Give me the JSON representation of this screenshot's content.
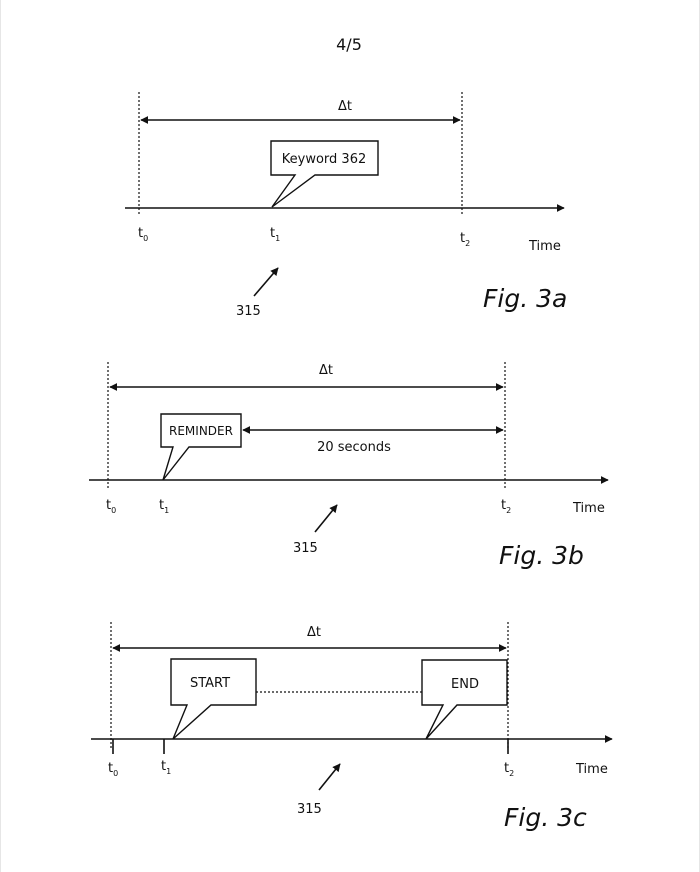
{
  "page_number": "4/5",
  "figures": [
    {
      "id": "3a",
      "caption": "Fig. 3a",
      "delta_label": "Δt",
      "time_label": "Time",
      "ticks": [
        {
          "main": "t",
          "sub": "0"
        },
        {
          "main": "t",
          "sub": "1"
        },
        {
          "main": "t",
          "sub": "2"
        }
      ],
      "callout": "Keyword 362",
      "ref": "315"
    },
    {
      "id": "3b",
      "caption": "Fig. 3b",
      "delta_label": "Δt",
      "time_label": "Time",
      "ticks": [
        {
          "main": "t",
          "sub": "0"
        },
        {
          "main": "t",
          "sub": "1"
        },
        {
          "main": "t",
          "sub": "2"
        }
      ],
      "callout": "REMINDER",
      "interval_label": "20 seconds",
      "ref": "315"
    },
    {
      "id": "3c",
      "caption": "Fig. 3c",
      "delta_label": "Δt",
      "time_label": "Time",
      "ticks": [
        {
          "main": "t",
          "sub": "0"
        },
        {
          "main": "t",
          "sub": "1"
        },
        {
          "main": "t",
          "sub": "2"
        }
      ],
      "callout_start": "START",
      "callout_end": "END",
      "ref": "315"
    }
  ]
}
